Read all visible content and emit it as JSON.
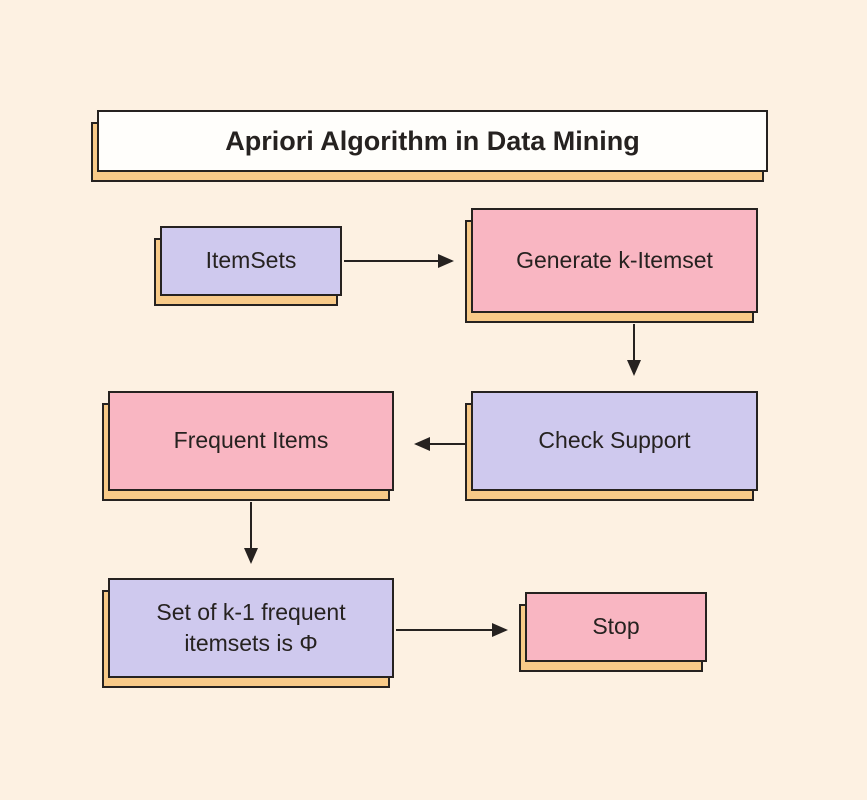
{
  "diagram": {
    "title": "Apriori Algorithm in Data Mining",
    "nodes": [
      {
        "id": "itemsets",
        "label": "ItemSets",
        "fill": "lavender"
      },
      {
        "id": "generate-k-itemset",
        "label": "Generate k-Itemset",
        "fill": "pink"
      },
      {
        "id": "check-support",
        "label": "Check Support",
        "fill": "lavender"
      },
      {
        "id": "frequent-items",
        "label": "Frequent Items",
        "fill": "pink"
      },
      {
        "id": "set-k1-empty",
        "label": "Set of k-1 frequent itemsets is Φ",
        "fill": "lavender"
      },
      {
        "id": "stop",
        "label": "Stop",
        "fill": "pink"
      }
    ],
    "edges": [
      {
        "from": "ItemSets",
        "to": "Generate k-Itemset",
        "direction": "right"
      },
      {
        "from": "Generate k-Itemset",
        "to": "Check Support",
        "direction": "down"
      },
      {
        "from": "Check Support",
        "to": "Frequent Items",
        "direction": "left"
      },
      {
        "from": "Frequent Items",
        "to": "Set of k-1 frequent itemsets is Φ",
        "direction": "down"
      },
      {
        "from": "Set of k-1 frequent itemsets is Φ",
        "to": "Stop",
        "direction": "right"
      }
    ],
    "colors": {
      "background": "#fdf1e2",
      "lavender": "#cfc9ee",
      "pink": "#f9b6c2",
      "shadow_orange": "#f8ca88",
      "stroke": "#262220",
      "title_fill": "#fffefb"
    }
  }
}
